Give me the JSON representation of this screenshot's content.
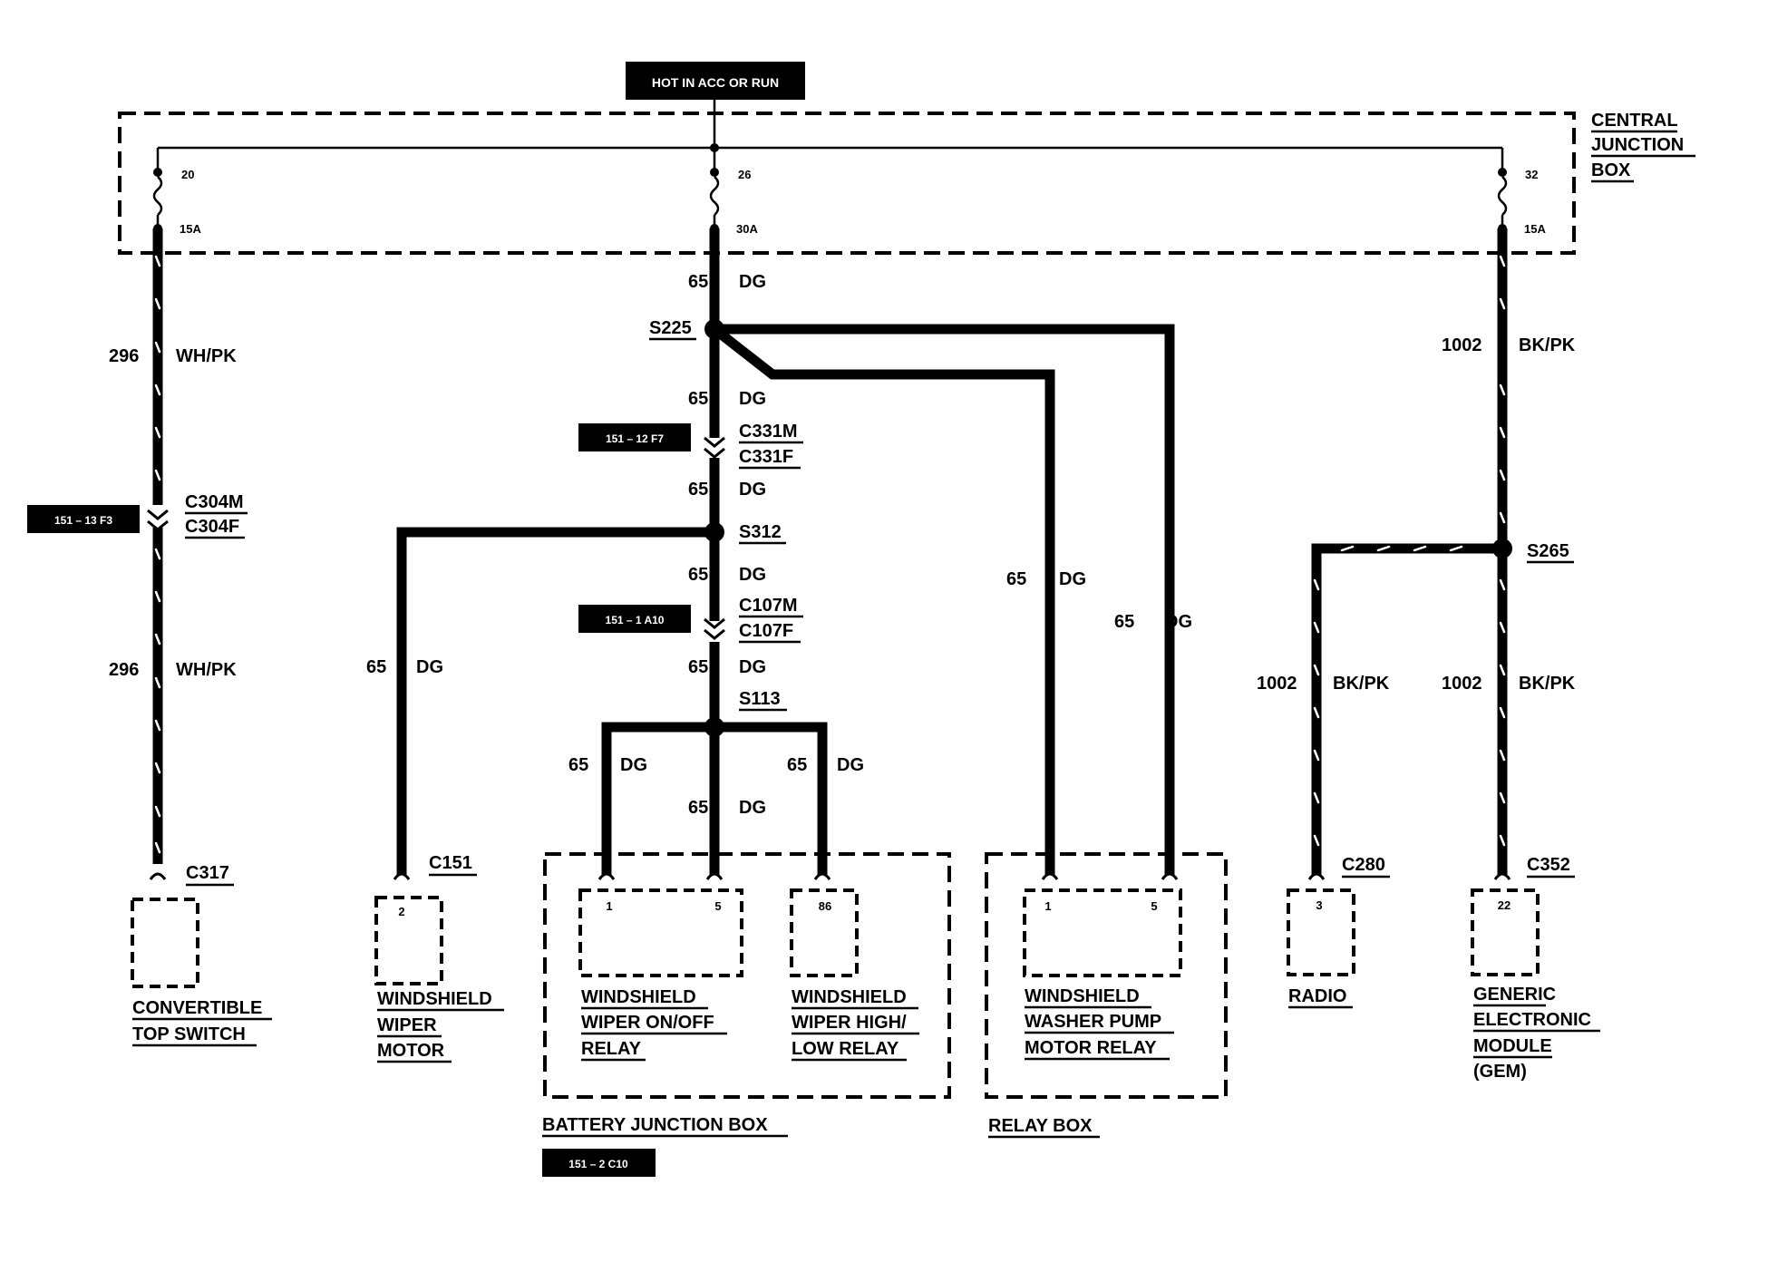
{
  "power": {
    "label": "HOT IN ACC OR RUN"
  },
  "central_junction_box": {
    "line1": "CENTRAL",
    "line2": "JUNCTION",
    "line3": "BOX"
  },
  "fuses": [
    {
      "number": "20",
      "rating": "15A"
    },
    {
      "number": "26",
      "rating": "30A"
    },
    {
      "number": "32",
      "rating": "15A"
    }
  ],
  "wires": {
    "c296": "296",
    "wh_pk": "WH/PK",
    "c65": "65",
    "dg": "DG",
    "c1002": "1002",
    "bk_pk": "BK/PK"
  },
  "splices": {
    "s225": "S225",
    "s312": "S312",
    "s113": "S113",
    "s265": "S265"
  },
  "connectors": {
    "c331m": "C331M",
    "c331f": "C331F",
    "c304m": "C304M",
    "c304f": "C304F",
    "c107m": "C107M",
    "c107f": "C107F",
    "c317": "C317",
    "c151": "C151",
    "c280": "C280",
    "c352": "C352"
  },
  "refs": {
    "r151_12_f7": "151 – 12 F7",
    "r151_13_f3": "151 – 13 F3",
    "r151_1_a10": "151 – 1 A10",
    "r151_2_c10": "151 – 2 C10"
  },
  "pins": {
    "wiper_motor": "2",
    "onoff_1": "1",
    "onoff_5": "5",
    "highlow_86": "86",
    "washer_1": "1",
    "washer_5": "5",
    "radio": "3",
    "gem": "22"
  },
  "components": {
    "convertible": [
      "CONVERTIBLE",
      "TOP SWITCH"
    ],
    "wiper_motor": [
      "WINDSHIELD",
      "WIPER",
      "MOTOR"
    ],
    "onoff_relay": [
      "WINDSHIELD",
      "WIPER ON/OFF",
      "RELAY"
    ],
    "highlow_relay": [
      "WINDSHIELD",
      "WIPER HIGH/",
      "LOW RELAY"
    ],
    "washer_relay": [
      "WINDSHIELD",
      "WASHER PUMP",
      "MOTOR RELAY"
    ],
    "radio": [
      "RADIO"
    ],
    "gem": [
      "GENERIC",
      "ELECTRONIC",
      "MODULE",
      "(GEM)"
    ]
  },
  "boxes": {
    "battery_junction_box": "BATTERY JUNCTION BOX",
    "relay_box": "RELAY BOX"
  }
}
